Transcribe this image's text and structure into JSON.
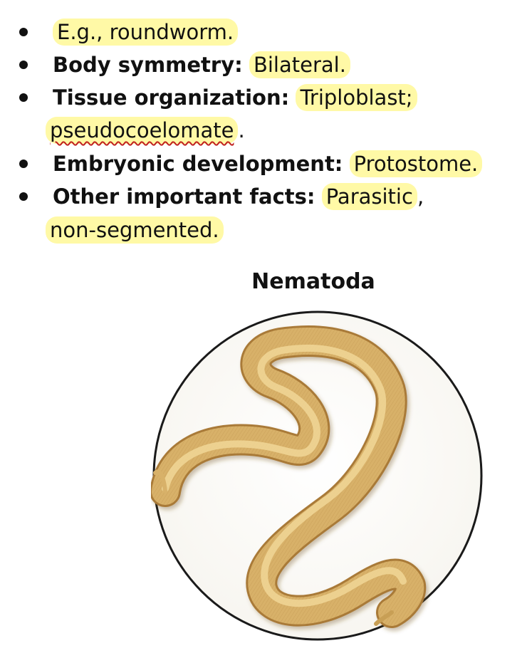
{
  "notes": {
    "items": [
      {
        "label": "",
        "value": "E.g., roundworm."
      },
      {
        "label": "Body symmetry:",
        "value": "Bilateral."
      },
      {
        "label": "Tissue organization:",
        "value": "Triploblast;",
        "continuation": "pseudocoelomate",
        "continuation_suffix": "."
      },
      {
        "label": "Embryonic development:",
        "value": "Protostome."
      },
      {
        "label": "Other important facts:",
        "value": "Parasitic",
        "value_suffix": ",",
        "continuation": "non-segmented."
      }
    ]
  },
  "figure": {
    "title": "Nematoda",
    "illustration": "roundworm-illustration",
    "colors": {
      "highlight": "#fff9a6",
      "spellcheck_underline": "#c0211f",
      "worm_body": "#d8b169",
      "worm_shadow": "#a97a37",
      "worm_highlight": "#f2d99a"
    }
  }
}
